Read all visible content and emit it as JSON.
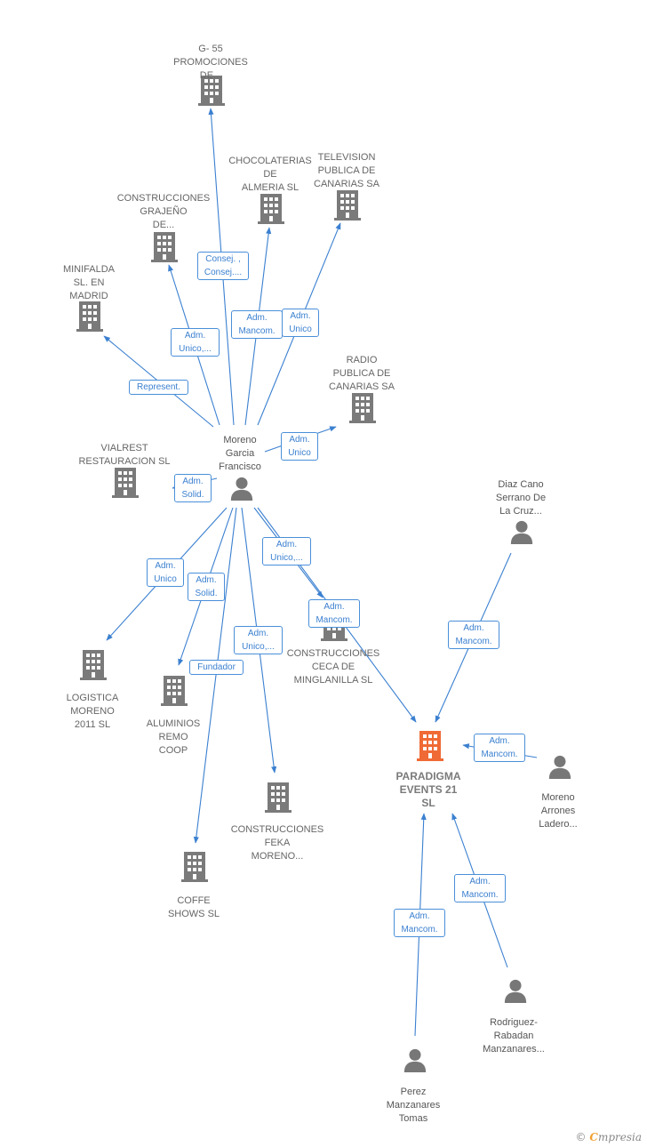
{
  "colors": {
    "edge": "#3b80d0",
    "building": "#7a7a7a",
    "focus_building": "#f06a35",
    "person": "#777777"
  },
  "nodes": [
    {
      "id": "g55",
      "type": "company",
      "label": "G- 55\nPROMOCIONES\nDE..."
    },
    {
      "id": "choco",
      "type": "company",
      "label": "CHOCOLATERIAS\nDE\nALMERIA SL"
    },
    {
      "id": "tv",
      "type": "company",
      "label": "TELEVISION\nPUBLICA DE\nCANARIAS SA"
    },
    {
      "id": "grajeno",
      "type": "company",
      "label": "CONSTRUCCIONES\nGRAJEÑO\nDE..."
    },
    {
      "id": "minifalda",
      "type": "company",
      "label": "MINIFALDA\nSL.    EN\nMADRID"
    },
    {
      "id": "radio",
      "type": "company",
      "label": "RADIO\nPUBLICA DE\nCANARIAS SA"
    },
    {
      "id": "vialrest",
      "type": "company",
      "label": "VIALREST\nRESTAURACION SL"
    },
    {
      "id": "moreno",
      "type": "person",
      "label": "Moreno\nGarcia\nFrancisco"
    },
    {
      "id": "diaz",
      "type": "person",
      "label": "Diaz Cano\nSerrano De\nLa Cruz..."
    },
    {
      "id": "ceca",
      "type": "company",
      "label": "CONSTRUCCIONES\nCECA DE\nMINGLANILLA SL"
    },
    {
      "id": "logistica",
      "type": "company",
      "label": "LOGISTICA\nMORENO\n2011 SL"
    },
    {
      "id": "aluminios",
      "type": "company",
      "label": "ALUMINIOS\nREMO\nCOOP"
    },
    {
      "id": "paradigma",
      "type": "focus",
      "label": "PARADIGMA\nEVENTS 21\nSL"
    },
    {
      "id": "arrones",
      "type": "person",
      "label": "Moreno\nArrones\nLadero..."
    },
    {
      "id": "feka",
      "type": "company",
      "label": "CONSTRUCCIONES\nFEKA\nMORENO..."
    },
    {
      "id": "coffe",
      "type": "company",
      "label": "COFFE\nSHOWS  SL"
    },
    {
      "id": "rodriguez",
      "type": "person",
      "label": "Rodriguez-\nRabadan\nManzanares..."
    },
    {
      "id": "perez",
      "type": "person",
      "label": "Perez\nManzanares\nTomas"
    }
  ],
  "edges": [
    {
      "from": "moreno",
      "to": "g55",
      "label": "Consej. ,\nConsej...."
    },
    {
      "from": "moreno",
      "to": "choco",
      "label": "Adm.\nMancom."
    },
    {
      "from": "moreno",
      "to": "tv",
      "label": "Adm.\nUnico"
    },
    {
      "from": "moreno",
      "to": "grajeno",
      "label": "Adm.\nUnico,..."
    },
    {
      "from": "moreno",
      "to": "minifalda",
      "label": "Represent."
    },
    {
      "from": "moreno",
      "to": "radio",
      "label": "Adm.\nUnico"
    },
    {
      "from": "moreno",
      "to": "vialrest",
      "label": "Adm.\nSolid."
    },
    {
      "from": "moreno",
      "to": "ceca",
      "label": "Adm.\nUnico,..."
    },
    {
      "from": "moreno",
      "to": "paradigma",
      "label": "Adm.\nMancom."
    },
    {
      "from": "moreno",
      "to": "logistica",
      "label": "Adm.\nUnico"
    },
    {
      "from": "moreno",
      "to": "aluminios",
      "label": "Adm.\nSolid."
    },
    {
      "from": "moreno",
      "to": "feka",
      "label": "Adm.\nUnico,..."
    },
    {
      "from": "moreno",
      "to": "coffe",
      "label": "Fundador"
    },
    {
      "from": "diaz",
      "to": "paradigma",
      "label": "Adm.\nMancom."
    },
    {
      "from": "arrones",
      "to": "paradigma",
      "label": "Adm.\nMancom."
    },
    {
      "from": "rodriguez",
      "to": "paradigma",
      "label": "Adm.\nMancom."
    },
    {
      "from": "perez",
      "to": "paradigma",
      "label": "Adm.\nMancom."
    }
  ],
  "brand": {
    "copyright": "©",
    "e": "C",
    "name": "mpresia"
  }
}
